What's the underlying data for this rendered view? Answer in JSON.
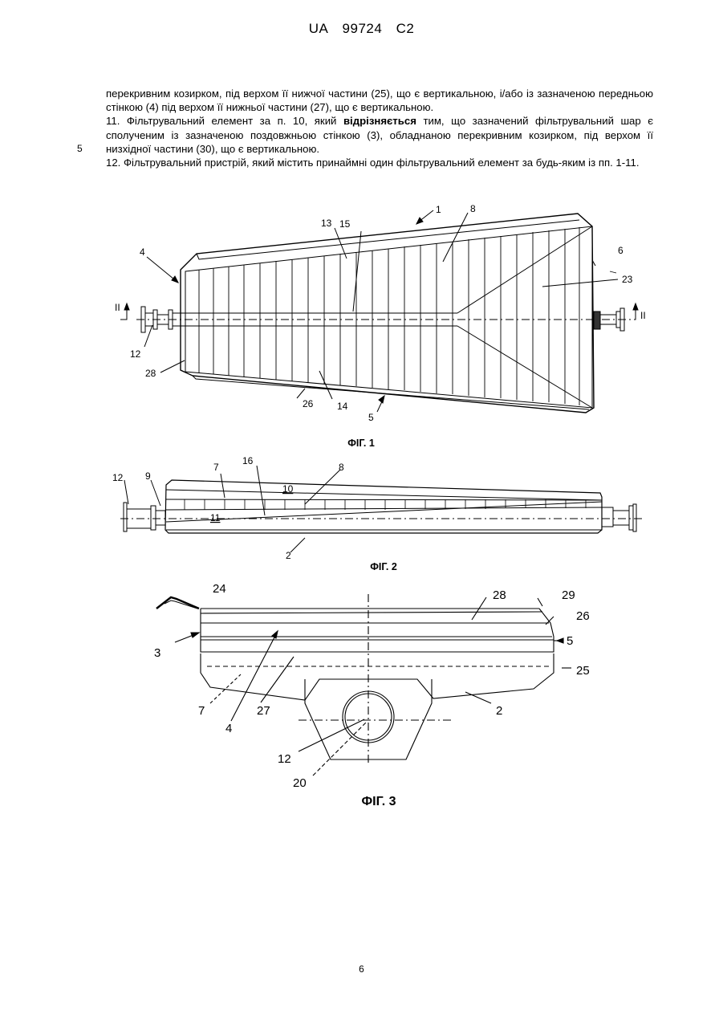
{
  "header": {
    "country": "UA",
    "number": "99724",
    "kind": "C2"
  },
  "margin_line_number": "5",
  "claims": {
    "p1": "перекривним козирком, під верхом її нижчої частини (25), що є вертикальною, і/або із зазначеною передньою стінкою (4) під верхом її нижньої частини (27), що є вертикальною.",
    "p2_before": "11. Фільтрувальний елемент за п. 10, який ",
    "p2_bold": "відрізняється",
    "p2_after": " тим, що зазначений фільтрувальний шар є сполученим із зазначеною поздовжньою стінкою (3), обладнаною перекривним козирком, під верхом її низхідної частини (30), що є вертикальною.",
    "p3": "12. Фільтрувальний пристрій, який містить принаймні один фільтрувальний елемент за будь-яким із пп. 1-11."
  },
  "figures": {
    "fig1": {
      "caption": "ФІГ. 1",
      "labels": {
        "l1": "1",
        "l8": "8",
        "l13": "13",
        "l15": "15",
        "l4": "4",
        "l6": "6",
        "l23": "23",
        "lII_left": "II",
        "lII_right": "II",
        "l12": "12",
        "l28": "28",
        "l26": "26",
        "l14": "14",
        "l5": "5"
      }
    },
    "fig2": {
      "caption": "ФІГ. 2",
      "labels": {
        "l7": "7",
        "l16": "16",
        "l8": "8",
        "l12": "12",
        "l9": "9",
        "l10": "10",
        "l11": "11",
        "l2": "2"
      }
    },
    "fig3": {
      "caption": "ФІГ. 3",
      "labels": {
        "l24": "24",
        "l28": "28",
        "l29": "29",
        "l26": "26",
        "l3": "3",
        "l5": "5",
        "l25": "25",
        "l7": "7",
        "l27": "27",
        "l2": "2",
        "l4": "4",
        "l12": "12",
        "l20": "20"
      }
    }
  },
  "page_number": "6"
}
